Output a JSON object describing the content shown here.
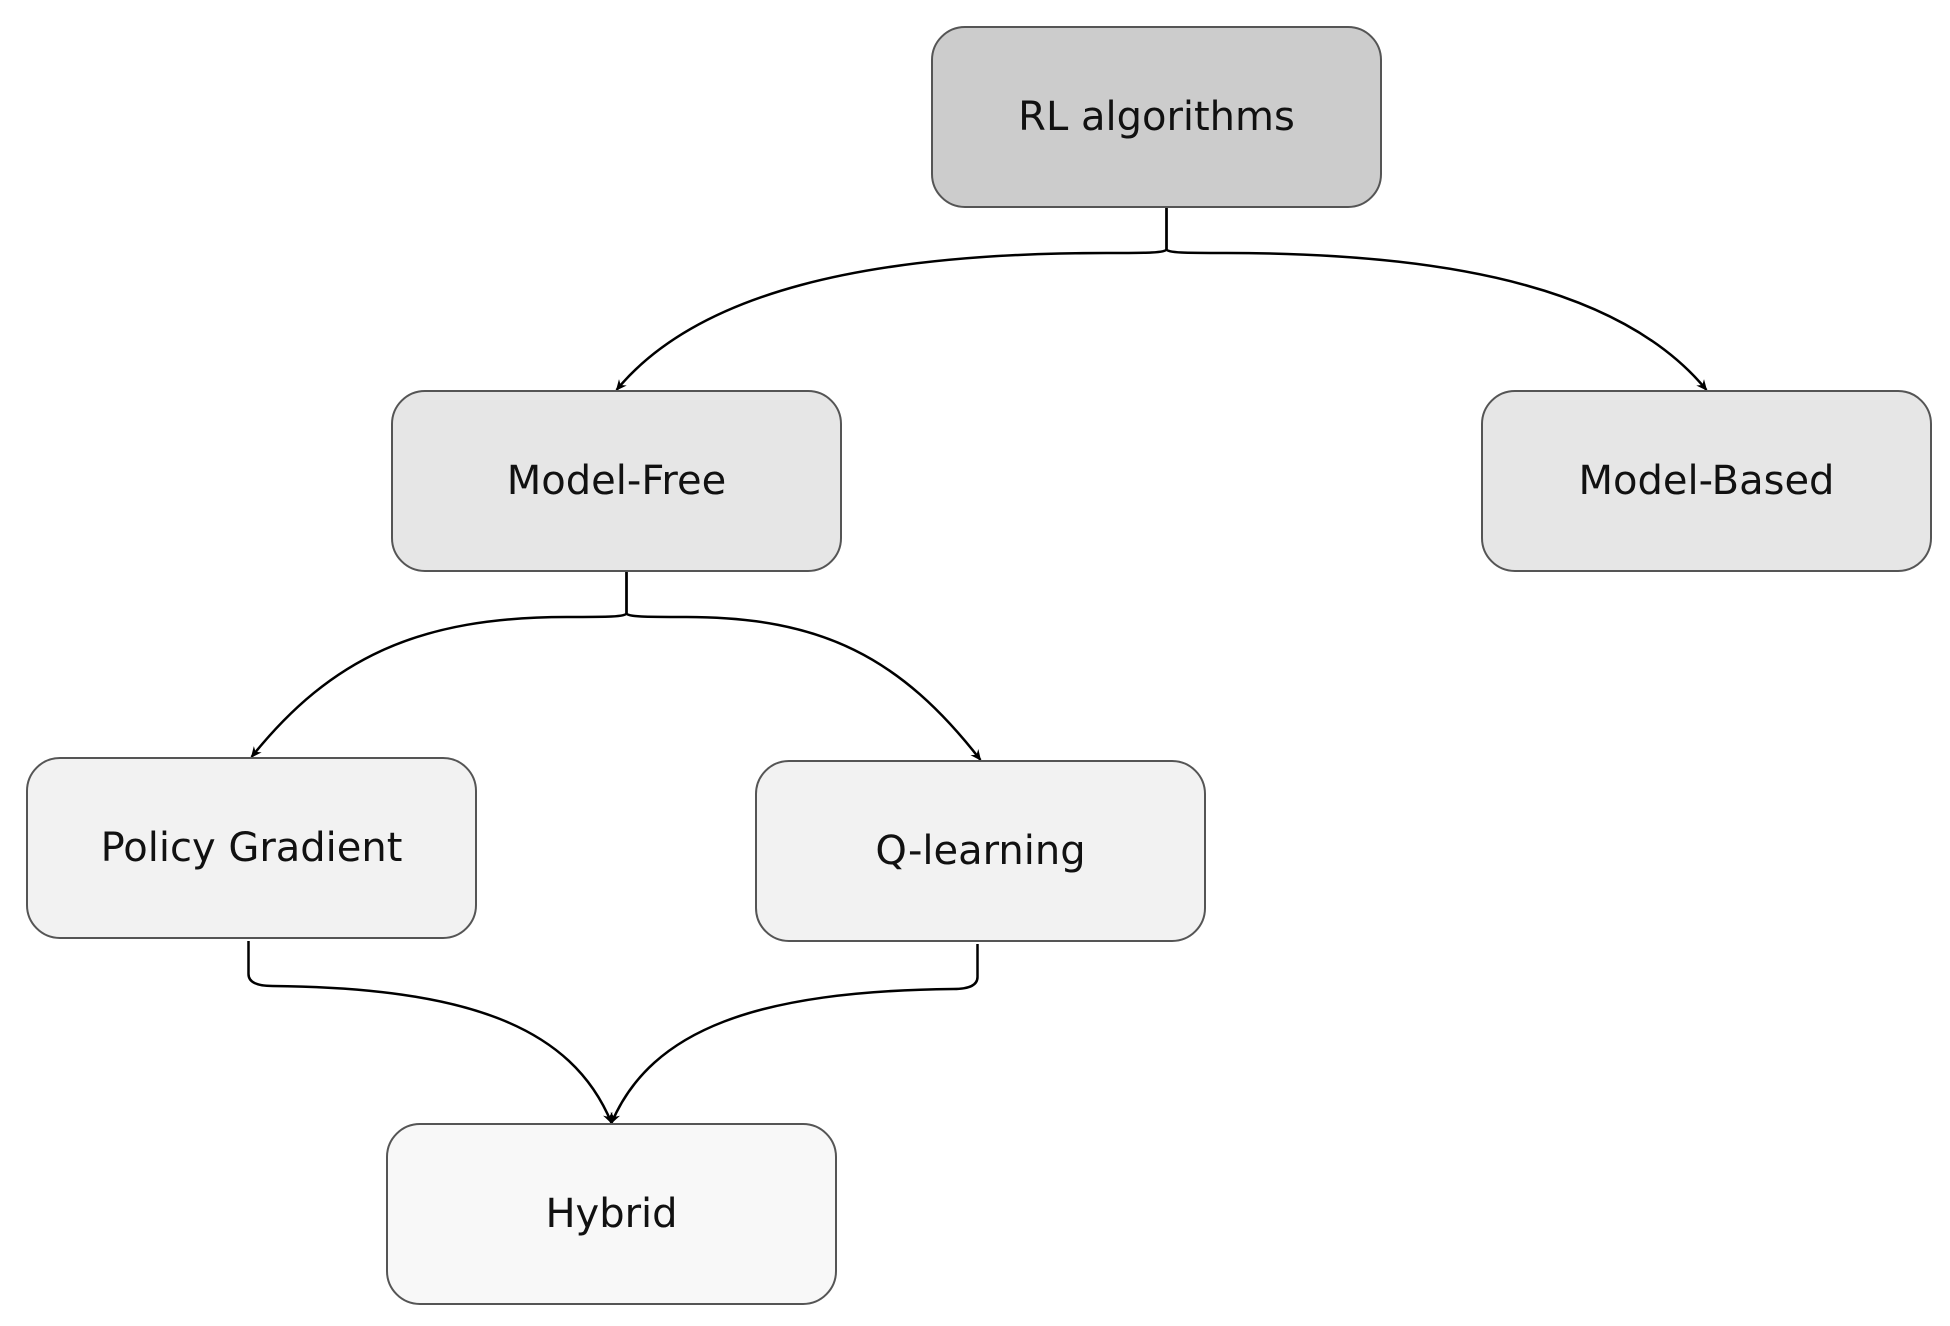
{
  "diagram": {
    "type": "tree",
    "nodes": {
      "root": {
        "label": "RL algorithms",
        "fill": "#cccccc"
      },
      "model_free": {
        "label": "Model-Free",
        "fill": "#e6e6e6"
      },
      "model_based": {
        "label": "Model-Based",
        "fill": "#e6e6e6"
      },
      "policy_gradient": {
        "label": "Policy Gradient",
        "fill": "#f2f2f2"
      },
      "q_learning": {
        "label": "Q-learning",
        "fill": "#f2f2f2"
      },
      "hybrid": {
        "label": "Hybrid",
        "fill": "#f8f8f8"
      }
    },
    "edges": [
      {
        "from": "root",
        "to": "model_free"
      },
      {
        "from": "root",
        "to": "model_based"
      },
      {
        "from": "model_free",
        "to": "policy_gradient"
      },
      {
        "from": "model_free",
        "to": "q_learning"
      },
      {
        "from": "policy_gradient",
        "to": "hybrid"
      },
      {
        "from": "q_learning",
        "to": "hybrid"
      }
    ],
    "colors": {
      "edge": "#000000",
      "border": "#555555",
      "text": "#111111"
    }
  }
}
